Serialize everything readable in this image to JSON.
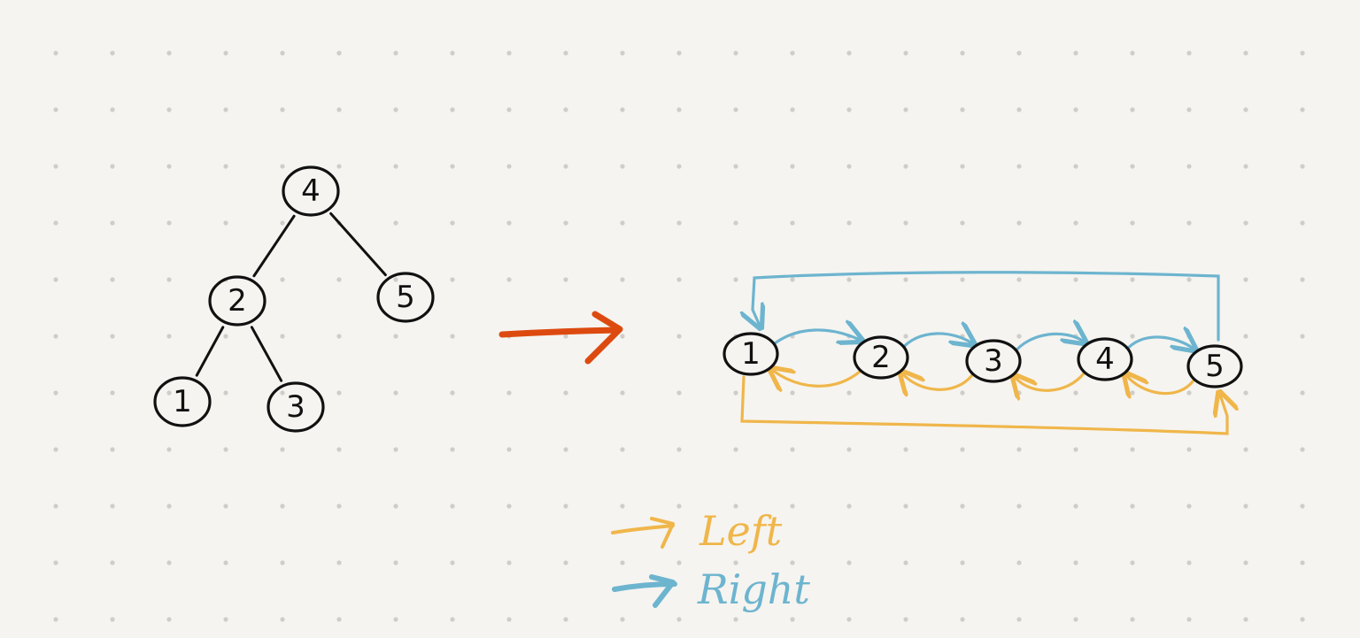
{
  "colors": {
    "background": "#f5f4f0",
    "dot": "#cfcdc7",
    "ink": "#111111",
    "arrow": "#dd4a10",
    "left": "#f0b64a",
    "right": "#6db4cf"
  },
  "tree": {
    "nodes": [
      {
        "id": "4",
        "label": "4"
      },
      {
        "id": "2",
        "label": "2"
      },
      {
        "id": "5",
        "label": "5"
      },
      {
        "id": "1",
        "label": "1"
      },
      {
        "id": "3",
        "label": "3"
      }
    ],
    "edges": [
      {
        "from": "4",
        "to": "2"
      },
      {
        "from": "4",
        "to": "5"
      },
      {
        "from": "2",
        "to": "1"
      },
      {
        "from": "2",
        "to": "3"
      }
    ]
  },
  "transform_arrow": {
    "icon": "right-arrow-icon"
  },
  "list": {
    "nodes": [
      {
        "id": "1",
        "label": "1"
      },
      {
        "id": "2",
        "label": "2"
      },
      {
        "id": "3",
        "label": "3"
      },
      {
        "id": "4",
        "label": "4"
      },
      {
        "id": "5",
        "label": "5"
      }
    ],
    "right_links": [
      {
        "from": "1",
        "to": "2"
      },
      {
        "from": "2",
        "to": "3"
      },
      {
        "from": "3",
        "to": "4"
      },
      {
        "from": "4",
        "to": "5"
      },
      {
        "from": "5",
        "to": "1"
      }
    ],
    "left_links": [
      {
        "from": "2",
        "to": "1"
      },
      {
        "from": "3",
        "to": "2"
      },
      {
        "from": "4",
        "to": "3"
      },
      {
        "from": "5",
        "to": "4"
      },
      {
        "from": "1",
        "to": "5"
      }
    ]
  },
  "legend": {
    "left": {
      "label": "Left",
      "icon": "left-pointer-arrow-icon"
    },
    "right": {
      "label": "Right",
      "icon": "right-pointer-arrow-icon"
    }
  }
}
